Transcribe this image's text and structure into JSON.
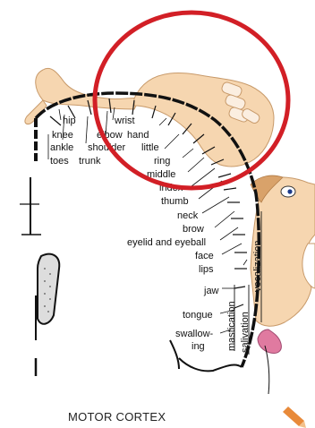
{
  "caption": "MOTOR CORTEX",
  "labels": {
    "hip": "hip",
    "wrist": "wrist",
    "knee": "knee",
    "elbow": "elbow",
    "hand": "hand",
    "ankle": "ankle",
    "shoulder": "shoulder",
    "little": "little",
    "toes": "toes",
    "trunk": "trunk",
    "ring": "ring",
    "middle": "middle",
    "index": "index",
    "thumb": "thumb",
    "neck": "neck",
    "brow": "brow",
    "eyelid": "eyelid and eyeball",
    "face": "face",
    "lips": "lips",
    "jaw": "jaw",
    "tongue": "tongue",
    "swallowing_1": "swallow-",
    "swallowing_2": "ing",
    "mastication": "mastication",
    "salivation": "salivation",
    "vocalization": "vocalization"
  },
  "colors": {
    "skin": "#f6d6b0",
    "skin_outline": "#c89a6a",
    "highlight_circle": "#d21f26",
    "cortex_line": "#111111",
    "tongue": "#e07aa0",
    "hair": "#d9a26a",
    "pencil_icon": "#e88a3a"
  },
  "icons": [
    "pencil-icon"
  ]
}
